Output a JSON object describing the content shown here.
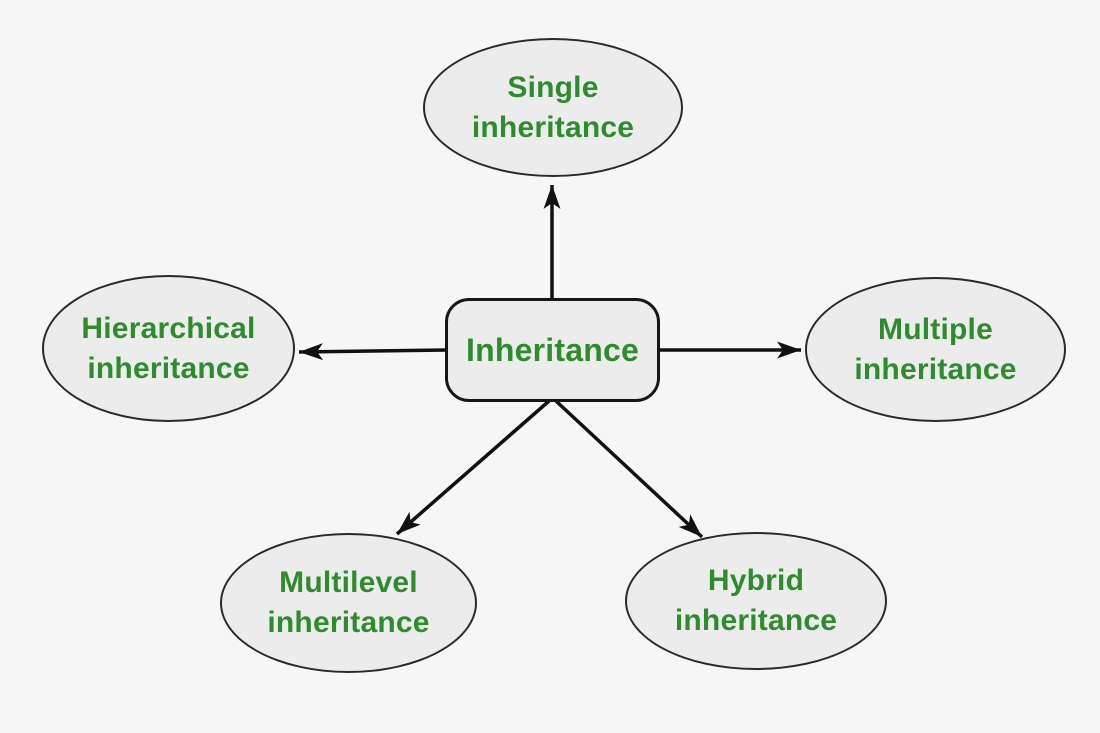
{
  "diagram": {
    "type": "mind-map",
    "center": {
      "id": "inheritance",
      "label": "Inheritance"
    },
    "nodes": [
      {
        "id": "single",
        "label": "Single inheritance",
        "position": "top"
      },
      {
        "id": "hierarchical",
        "label": "Hierarchical inheritance",
        "position": "left"
      },
      {
        "id": "multiple",
        "label": "Multiple inheritance",
        "position": "right"
      },
      {
        "id": "multilevel",
        "label": "Multilevel inheritance",
        "position": "bottom-left"
      },
      {
        "id": "hybrid",
        "label": "Hybrid inheritance",
        "position": "bottom-right"
      }
    ],
    "edges": [
      {
        "from": "inheritance",
        "to": "single"
      },
      {
        "from": "inheritance",
        "to": "hierarchical"
      },
      {
        "from": "inheritance",
        "to": "multiple"
      },
      {
        "from": "inheritance",
        "to": "multilevel"
      },
      {
        "from": "inheritance",
        "to": "hybrid"
      }
    ],
    "colors": {
      "text": "#2e8b2e",
      "node_fill": "#ececec",
      "node_border": "#2a2a2a",
      "arrow": "#111111",
      "background": "#f6f6f6"
    }
  }
}
